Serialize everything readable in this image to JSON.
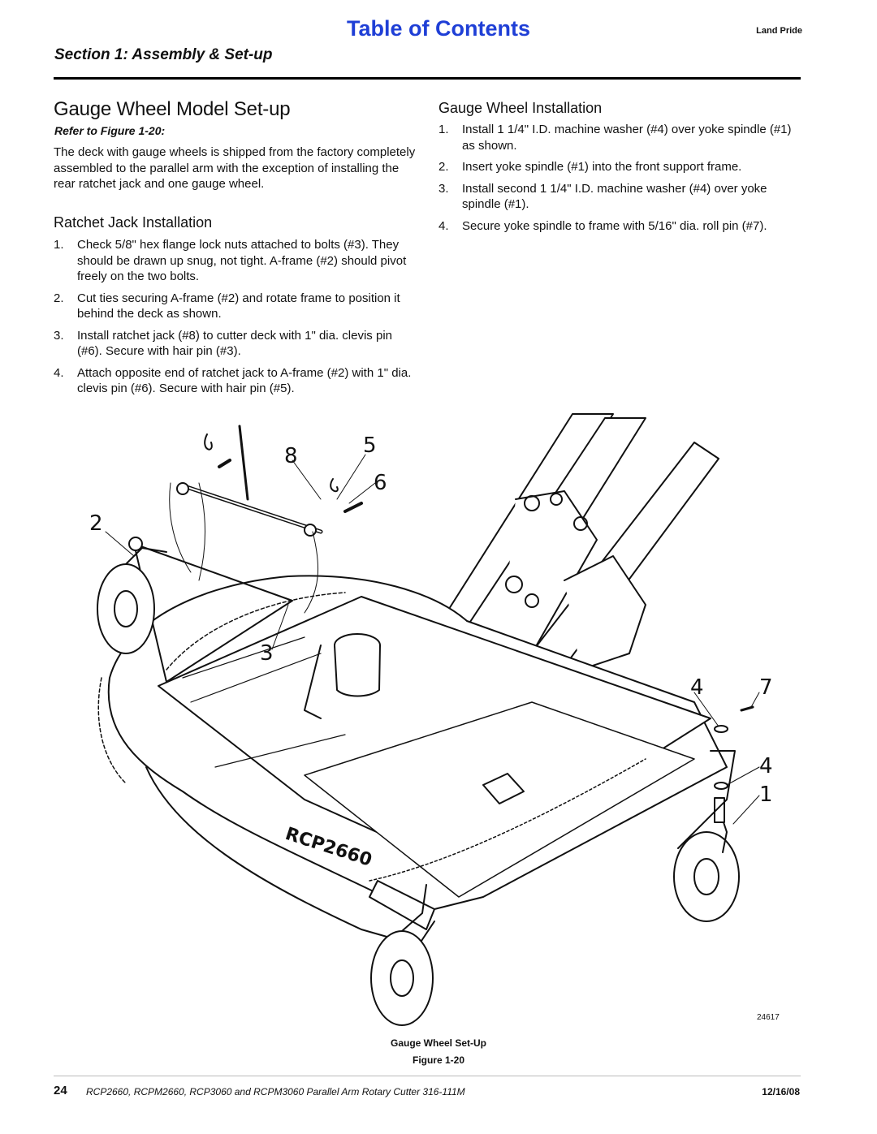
{
  "header": {
    "toc_link": "Table of Contents",
    "brand": "Land Pride",
    "section": "Section 1: Assembly & Set-up"
  },
  "left": {
    "title": "Gauge Wheel Model Set-up",
    "refer": "Refer to Figure 1-20:",
    "intro": "The deck with gauge wheels is shipped from the factory completely assembled to the parallel arm with the exception of installing the rear ratchet jack and one gauge wheel.",
    "ratchet_heading": "Ratchet Jack Installation",
    "ratchet_steps": [
      {
        "num": "1.",
        "text": "Check 5/8\" hex flange lock nuts attached to bolts (#3). They should be drawn up snug, not tight. A-frame (#2) should pivot freely on the two bolts."
      },
      {
        "num": "2.",
        "text": "Cut ties securing A-frame (#2) and rotate frame to position it behind the deck as shown."
      },
      {
        "num": "3.",
        "text": "Install ratchet jack (#8) to cutter deck with 1\" dia. clevis pin (#6). Secure with hair pin (#3)."
      },
      {
        "num": "4.",
        "text": "Attach opposite end of ratchet jack to A-frame (#2) with 1\" dia. clevis pin (#6). Secure with hair pin (#5)."
      }
    ]
  },
  "right": {
    "heading": "Gauge Wheel Installation",
    "steps": [
      {
        "num": "1.",
        "text": "Install 1 1/4\" I.D. machine washer (#4) over yoke spindle (#1) as shown."
      },
      {
        "num": "2.",
        "text": "Insert yoke spindle (#1) into the front support frame."
      },
      {
        "num": "3.",
        "text": "Install second 1 1/4\" I.D. machine washer (#4) over yoke spindle (#1)."
      },
      {
        "num": "4.",
        "text": "Secure yoke spindle to frame with 5/16\" dia. roll pin (#7)."
      }
    ]
  },
  "figure": {
    "callouts": [
      "8",
      "5",
      "6",
      "2",
      "3",
      "4",
      "7",
      "4",
      "1"
    ],
    "deck_label": "RCP2660",
    "drawing_number": "24617",
    "caption_title": "Gauge Wheel Set-Up",
    "caption_number": "Figure 1-20"
  },
  "footer": {
    "page_number": "24",
    "manual_title": "RCP2660, RCPM2660, RCP3060 and RCPM3060 Parallel Arm Rotary Cutter  316-111M",
    "date": "12/16/08"
  }
}
